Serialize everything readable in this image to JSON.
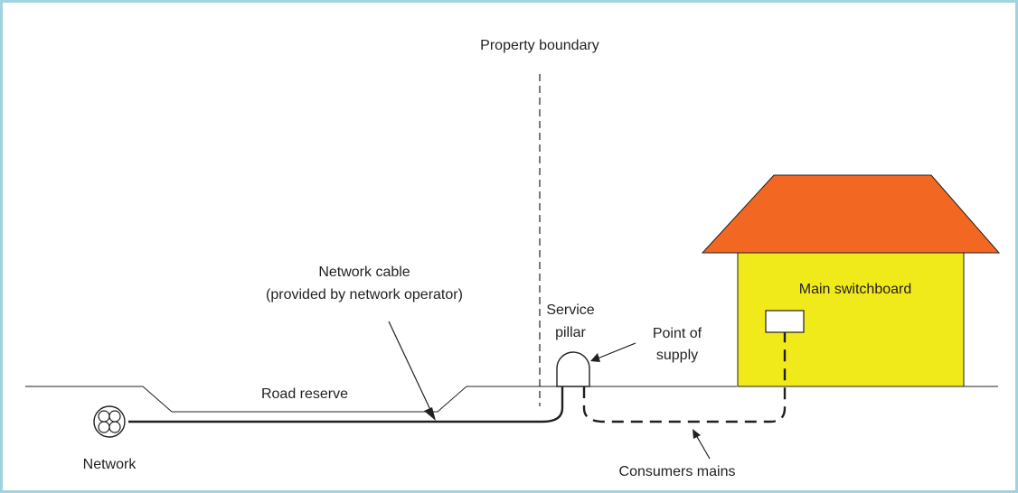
{
  "labels": {
    "property_boundary": "Property boundary",
    "network_cable_line1": "Network cable",
    "network_cable_line2": "(provided by network operator)",
    "service_pillar_line1": "Service",
    "service_pillar_line2": "pillar",
    "point_of_supply_line1": "Point of",
    "point_of_supply_line2": "supply",
    "main_switchboard": "Main switchboard",
    "road_reserve": "Road reserve",
    "network": "Network",
    "consumers_mains": "Consumers mains"
  },
  "colors": {
    "frame": "#9fd3e0",
    "roof": "#f26722",
    "house_wall": "#f1ea1a",
    "line": "#231f20"
  }
}
